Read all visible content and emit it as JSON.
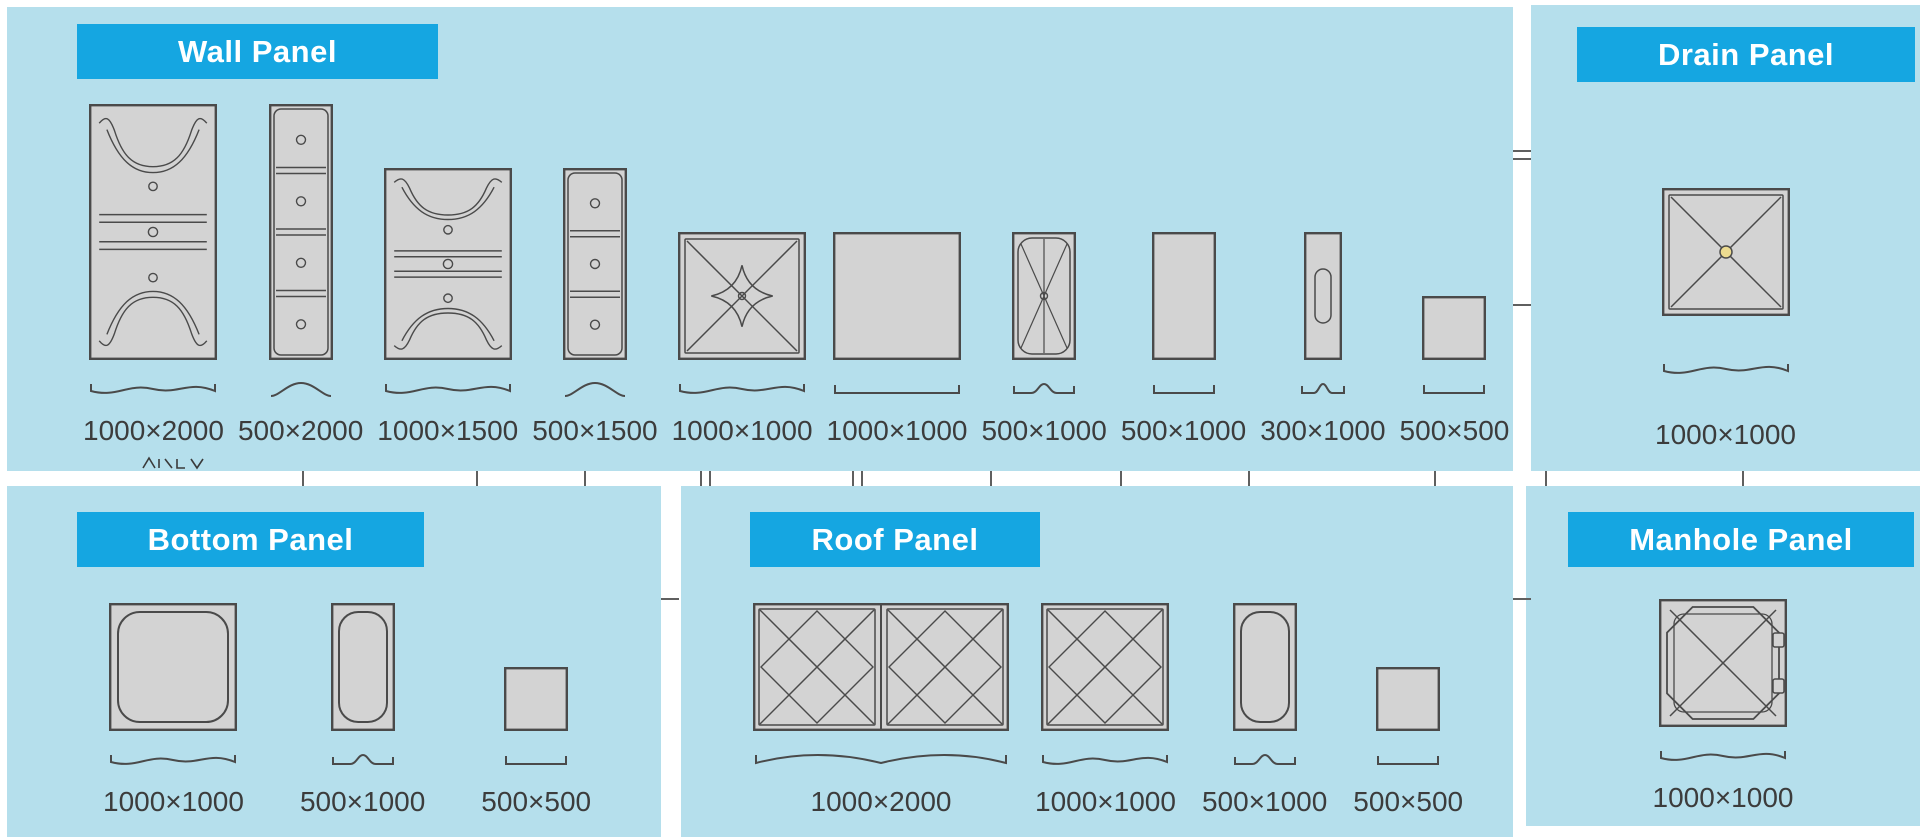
{
  "colors": {
    "page_bg": "#ffffff",
    "section_bg": "#b5dfec",
    "badge_bg": "#15a6e1",
    "badge_text": "#ffffff",
    "panel_fill": "#d3d3d3",
    "panel_stroke": "#4a4a4a",
    "label_text": "#3c3c3c",
    "drain_center": "#ecdb90"
  },
  "sections": [
    {
      "id": "wall",
      "title": "Wall Panel",
      "panels": [
        {
          "size": "1000×2000",
          "glyph": "ribbed-wide",
          "bracket": "wave"
        },
        {
          "size": "500×2000",
          "glyph": "ribbed-narrow-4",
          "bracket": "arch"
        },
        {
          "size": "1000×1500",
          "glyph": "ribbed-wide",
          "bracket": "wave"
        },
        {
          "size": "500×1500",
          "glyph": "ribbed-narrow-3",
          "bracket": "arch"
        },
        {
          "size": "1000×1000",
          "glyph": "dished-square",
          "bracket": "wave"
        },
        {
          "size": "1000×1000",
          "glyph": "flat",
          "bracket": "flat"
        },
        {
          "size": "500×1000",
          "glyph": "dished-rect",
          "bracket": "bump"
        },
        {
          "size": "500×1000",
          "glyph": "flat",
          "bracket": "flat"
        },
        {
          "size": "300×1000",
          "glyph": "slot",
          "bracket": "bump"
        },
        {
          "size": "500×500",
          "glyph": "flat",
          "bracket": "flat"
        }
      ]
    },
    {
      "id": "drain",
      "title": "Drain Panel",
      "panels": [
        {
          "size": "1000×1000",
          "glyph": "drain",
          "bracket": "wave"
        }
      ]
    },
    {
      "id": "bottom",
      "title": "Bottom Panel",
      "panels": [
        {
          "size": "1000×1000",
          "glyph": "rounded-inset-square",
          "bracket": "wave"
        },
        {
          "size": "500×1000",
          "glyph": "rounded-inset-rect",
          "bracket": "bump"
        },
        {
          "size": "500×500",
          "glyph": "flat",
          "bracket": "flat"
        }
      ]
    },
    {
      "id": "roof",
      "title": "Roof Panel",
      "panels": [
        {
          "size": "1000×2000",
          "glyph": "roof-x-double",
          "bracket": "wave2"
        },
        {
          "size": "1000×1000",
          "glyph": "roof-x",
          "bracket": "wave"
        },
        {
          "size": "500×1000",
          "glyph": "rounded-inset-rect",
          "bracket": "bump"
        },
        {
          "size": "500×500",
          "glyph": "flat",
          "bracket": "flat"
        }
      ]
    },
    {
      "id": "manhole",
      "title": "Manhole Panel",
      "panels": [
        {
          "size": "1000×1000",
          "glyph": "manhole",
          "bracket": "wave"
        }
      ]
    }
  ]
}
